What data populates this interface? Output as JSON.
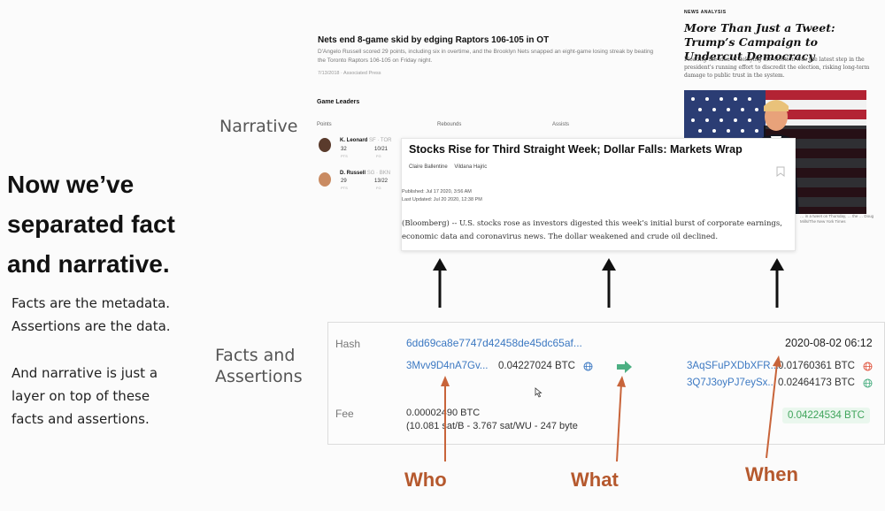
{
  "left": {
    "headline_lines": [
      "Now we’ve",
      "separated fact",
      "and narrative."
    ],
    "facts_lines": [
      "Facts are the metadata.",
      "Assertions are the data."
    ],
    "narrative_lines": [
      "And narrative is just a",
      "layer on top of these",
      "facts and assertions."
    ]
  },
  "labels": {
    "narrative": "Narrative",
    "facts_assertions_lines": [
      "Facts and",
      "Assertions"
    ]
  },
  "sports_card": {
    "title": "Nets end 8-game skid by edging Raptors 106-105 in OT",
    "summary": "D'Angelo Russell scored 29 points, including six in overtime, and the Brooklyn Nets snapped an eight-game losing streak by beating the Toronto Raptors 106-105 on Friday night.",
    "meta": "7/13/2018 · Associated Press",
    "game_leaders_title": "Game Leaders",
    "columns": [
      "Points",
      "Rebounds",
      "Assists"
    ],
    "players": [
      {
        "name": "K. Leonard",
        "team": "SF · TOR",
        "pts": "32",
        "fg": "10/21",
        "pts_label": "PTS",
        "fg_label": "FG"
      },
      {
        "name": "D. Russell",
        "team": "SG · BKN",
        "pts": "29",
        "fg": "13/22",
        "pts_label": "PTS",
        "fg_label": "FG"
      }
    ]
  },
  "news_card": {
    "kicker": "NEWS ANALYSIS",
    "headline": "More Than Just a Tweet: Trump’s Campaign to Undercut Democracy",
    "dek": "Floating the idea of delaying the election was the latest step in the president's running effort to discredit the election, risking long-term damage to public trust in the system.",
    "caption": "… in a tweet on Thursday, … the … Doug Mills/The New York Times"
  },
  "bloomberg_card": {
    "title": "Stocks Rise for Third Straight Week; Dollar Falls: Markets Wrap",
    "authors": [
      "Claire Ballentine",
      "Vildana Hajric"
    ],
    "published": "Published: Jul 17 2020, 3:56 AM",
    "updated": "Last Updated: Jul 20 2020, 12:38 PM",
    "body": "(Bloomberg) -- U.S. stocks rose as investors digested this week’s initial burst of corporate earnings, economic data and coronavirus news. The dollar weakened and crude oil declined."
  },
  "tx": {
    "hash_label": "Hash",
    "hash_value": "6dd69ca8e7747d42458de45dc65af...",
    "timestamp": "2020-08-02 06:12",
    "input_address": "3Mvv9D4nA7Gv...",
    "input_amount": "0.04227024 BTC",
    "outputs": [
      {
        "address": "3AqSFuPXDbXFR...",
        "amount": "0.01760361 BTC"
      },
      {
        "address": "3Q7J3oyPJ7eySx...",
        "amount": "0.02464173 BTC"
      }
    ],
    "fee_label": "Fee",
    "fee_value": "0.00002490 BTC",
    "fee_detail": "(10.081 sat/B - 3.767 sat/WU - 247 byte",
    "total": "0.04224534 BTC"
  },
  "captions": {
    "who": "Who",
    "what": "What",
    "when": "When"
  },
  "colors": {
    "link": "#3b78c2",
    "accent_orange": "#b5582d",
    "arrow_green": "#4caf82",
    "total_bg": "#eaf7ee",
    "total_text": "#3fa45b"
  }
}
